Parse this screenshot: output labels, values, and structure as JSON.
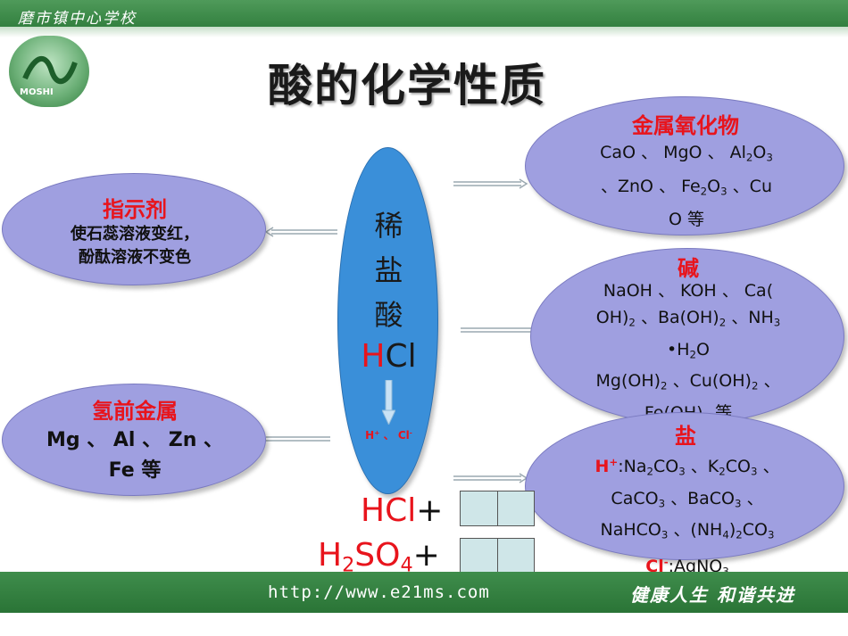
{
  "header": {
    "school_name": "磨市镇中心学校",
    "logo_text": "MOSHI",
    "title": "酸的化学性质"
  },
  "center": {
    "line1": "稀",
    "line2": "盐",
    "line3": "酸",
    "formula_h": "H",
    "formula_cl": "Cl",
    "ion_h": "H",
    "ion_sep": "、",
    "ion_cl": "Cl"
  },
  "indicator": {
    "title": "指示剂",
    "line1": "使石蕊溶液变红，",
    "line2": "酚酞溶液不变色"
  },
  "metal": {
    "title": "氢前金属",
    "text": "Mg 、 Al 、 Zn 、 Fe 等"
  },
  "oxide": {
    "title": "金属氧化物"
  },
  "base": {
    "title": "碱"
  },
  "salt": {
    "title": "盐"
  },
  "formulas": {
    "hcl": "HCl",
    "plus": "+"
  },
  "footer": {
    "url": "http://www.e21ms.com",
    "motto": "健康人生 和谐共进"
  },
  "colors": {
    "band_green": "#2f7d3c",
    "ellipse_purple": "#9f9fe0",
    "center_blue": "#3a8fd9",
    "accent_red": "#e8141c"
  }
}
